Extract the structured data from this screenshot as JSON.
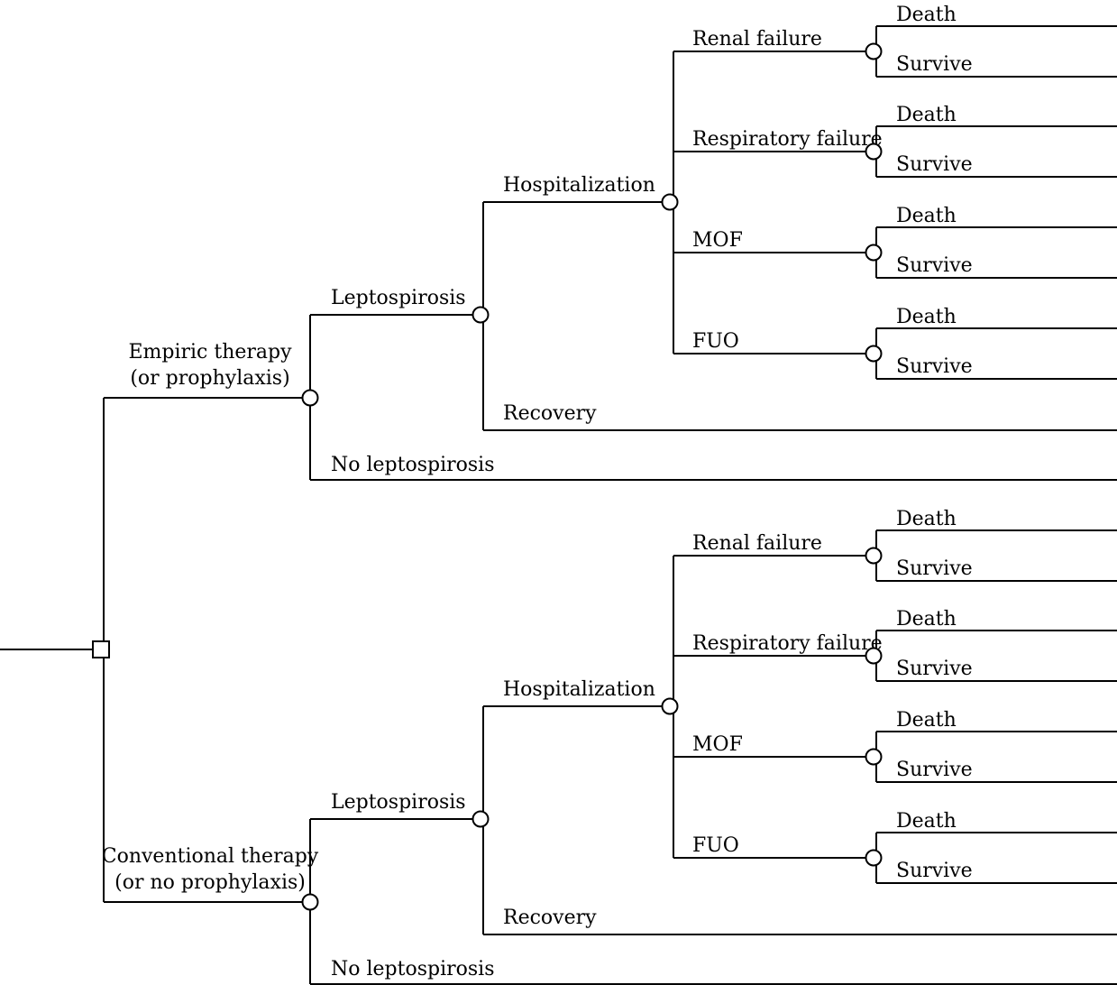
{
  "decision_node": {
    "shape": "square"
  },
  "arms": [
    {
      "label_lines": [
        "Empiric therapy",
        "(or prophylaxis)"
      ],
      "leptospirosis": "Leptospirosis",
      "no_leptospirosis": "No leptospirosis",
      "hospitalization": "Hospitalization",
      "recovery": "Recovery",
      "complications": [
        {
          "label": "Renal failure",
          "outcomes": [
            "Death",
            "Survive"
          ]
        },
        {
          "label": "Respiratory failure",
          "outcomes": [
            "Death",
            "Survive"
          ]
        },
        {
          "label": "MOF",
          "outcomes": [
            "Death",
            "Survive"
          ]
        },
        {
          "label": "FUO",
          "outcomes": [
            "Death",
            "Survive"
          ]
        }
      ]
    },
    {
      "label_lines": [
        "Conventional therapy",
        "(or no prophylaxis)"
      ],
      "leptospirosis": "Leptospirosis",
      "no_leptospirosis": "No leptospirosis",
      "hospitalization": "Hospitalization",
      "recovery": "Recovery",
      "complications": [
        {
          "label": "Renal failure",
          "outcomes": [
            "Death",
            "Survive"
          ]
        },
        {
          "label": "Respiratory failure",
          "outcomes": [
            "Death",
            "Survive"
          ]
        },
        {
          "label": "MOF",
          "outcomes": [
            "Death",
            "Survive"
          ]
        },
        {
          "label": "FUO",
          "outcomes": [
            "Death",
            "Survive"
          ]
        }
      ]
    }
  ]
}
